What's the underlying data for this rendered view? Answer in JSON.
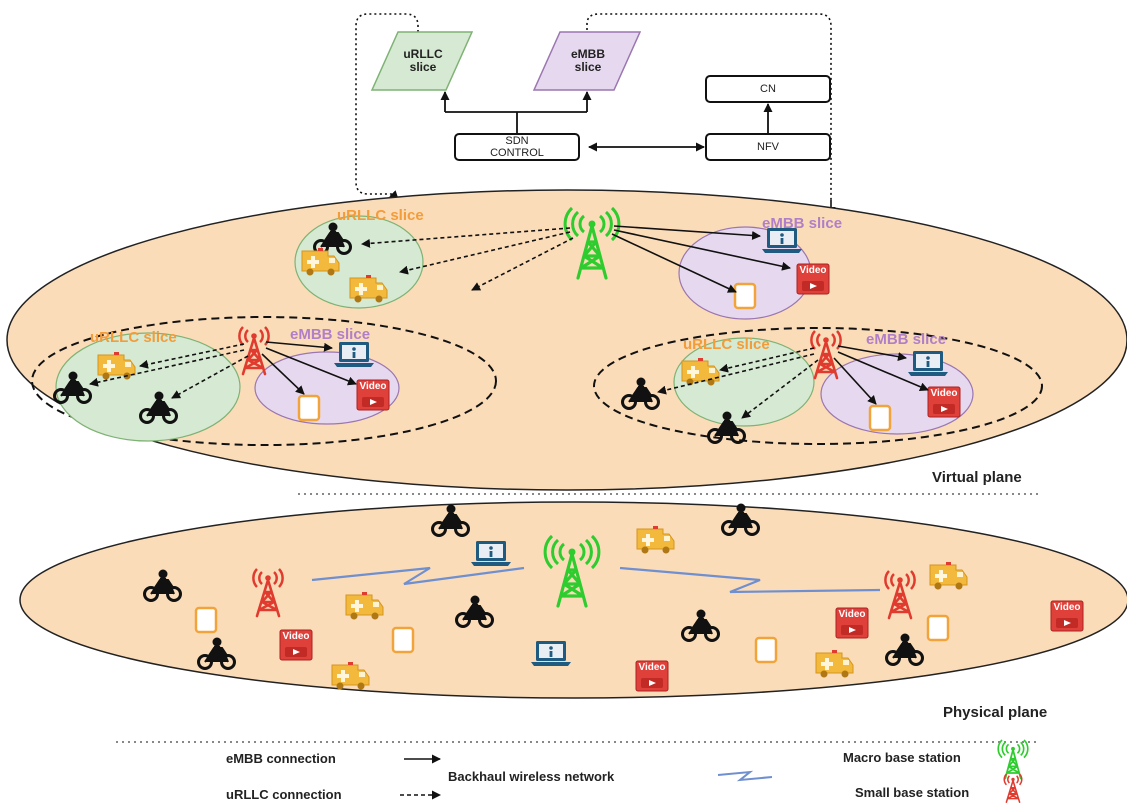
{
  "control": {
    "urllc_slice": [
      "uRLLC",
      "slice"
    ],
    "embb_slice": [
      "eMBB",
      "slice"
    ],
    "sdn": [
      "SDN",
      "CONTROL"
    ],
    "nfv": "NFV",
    "cn": "CN"
  },
  "virtual": {
    "top_urllc": "uRLLC slice",
    "top_embb": "eMBB slice",
    "left_urllc": "uRLLC slice",
    "left_embb": "eMBB slice",
    "right_urllc": "uRLLC slice",
    "right_embb": "eMBB slice",
    "plane_label": "Virtual plane"
  },
  "physical": {
    "plane_label": "Physical plane"
  },
  "video_label": "Video",
  "legend": {
    "embb": "eMBB connection",
    "urllc": "uRLLC connection",
    "backhaul": "Backhaul wireless network",
    "macro": "Macro base station",
    "small": "Small base station"
  },
  "colors": {
    "plane_fill": "#fbdcb9",
    "urllc_fill": "#d6e9d2",
    "embb_fill": "#e6d9ef",
    "macro_tower": "#2ecc2e",
    "small_tower": "#e03b2f",
    "ambulance": "#f2b93d",
    "video_red": "#e0403a",
    "backhaul": "#6f8fcf"
  }
}
